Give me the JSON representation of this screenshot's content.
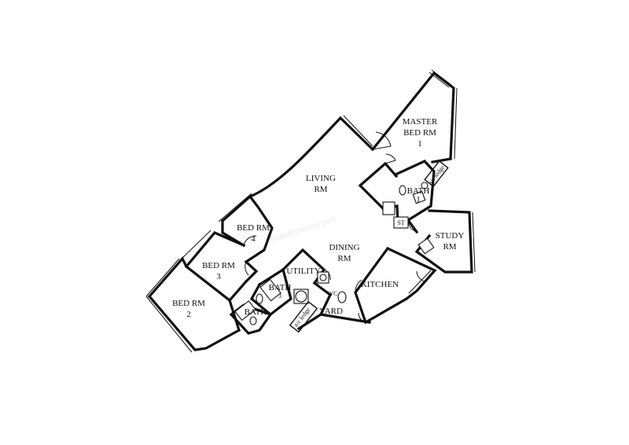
{
  "rooms": {
    "master_line1": "MASTER",
    "master_line2": "BED RM",
    "master_line3": "1",
    "living_line1": "LIVING",
    "living_line2": "RM",
    "bath1_line1": "BATH",
    "bath1_line2": "1",
    "ac_ledge_upper": "a/c ledge",
    "st": "ST",
    "study_line1": "STUDY",
    "study_line2": "RM",
    "bed4_line1": "BED RM",
    "bed4_line2": "4",
    "dining_line1": "DINING",
    "dining_line2": "RM",
    "bed3_line1": "BED RM",
    "bed3_line2": "3",
    "utility": "UTILITY",
    "kitchen": "KITCHEN",
    "bath3_line1": "BATH",
    "bath3_line2": "3",
    "wc": "WC",
    "bed2_line1": "BED RM",
    "bed2_line2": "2",
    "bath2": "BATH",
    "yard": "YARD",
    "ac_ledge_lower": "a/c ledge"
  },
  "watermark": "StreetDirectory.com"
}
